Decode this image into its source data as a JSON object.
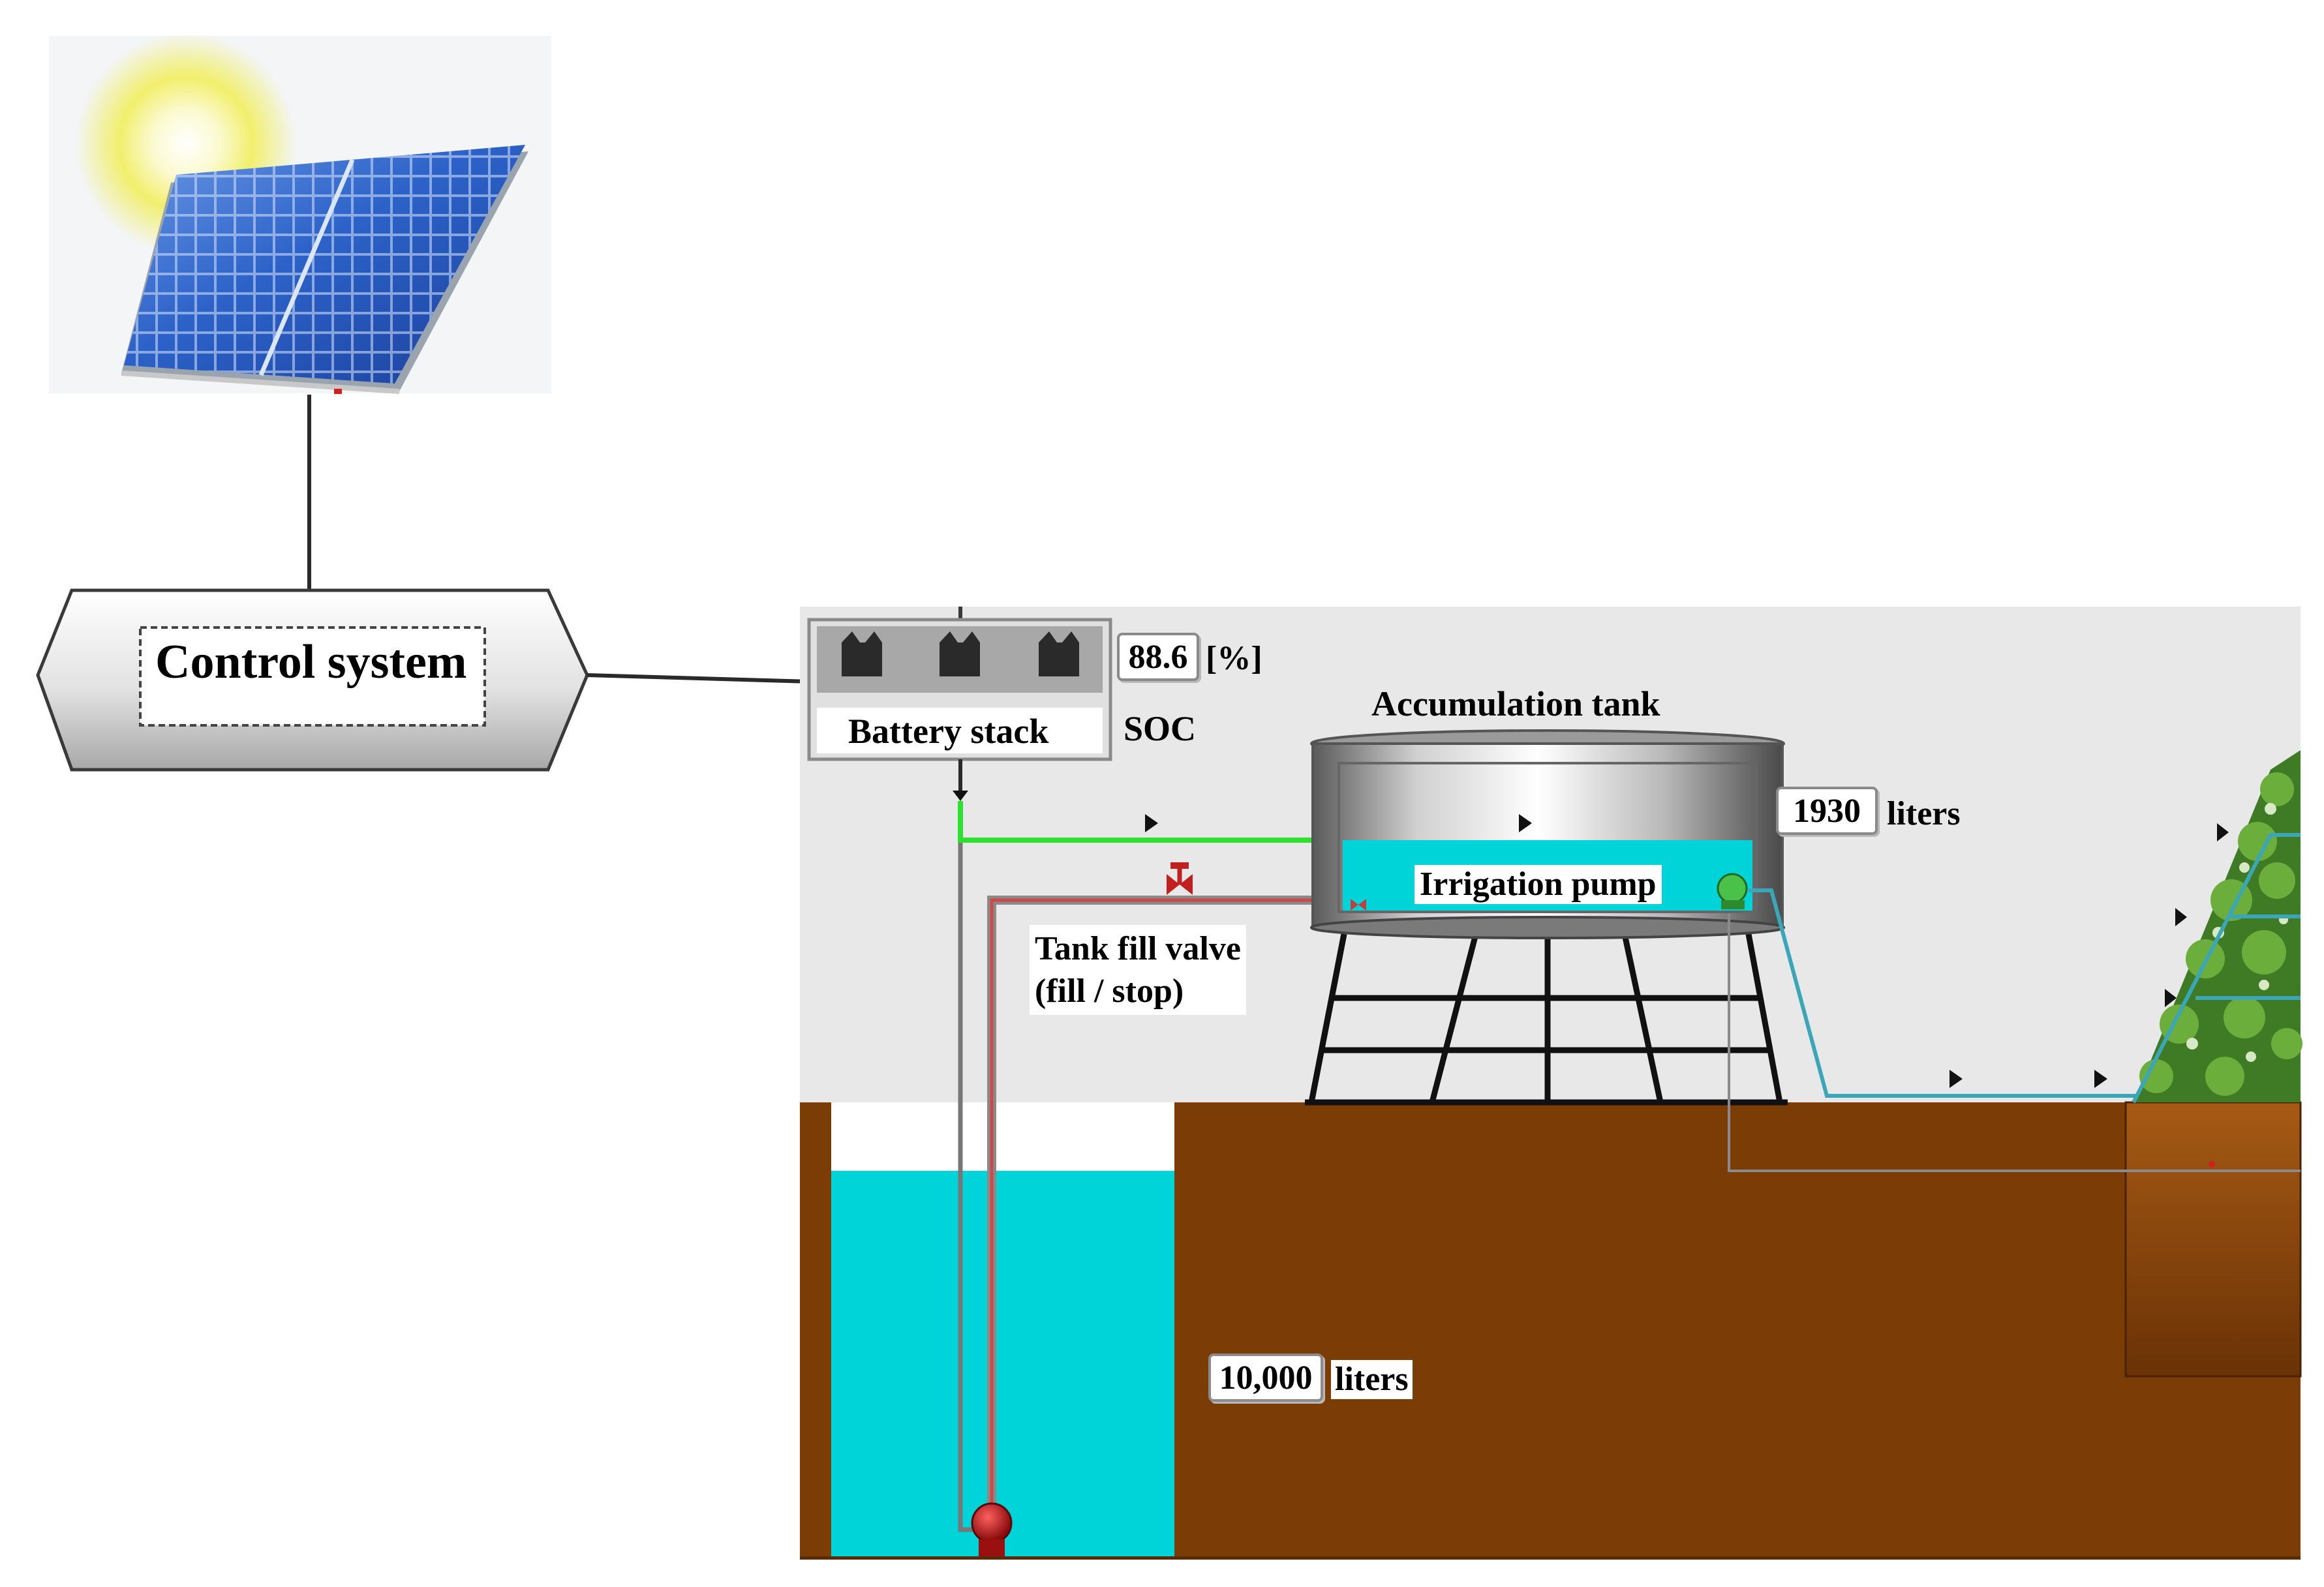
{
  "control_system": {
    "label": "Control system"
  },
  "battery": {
    "label": "Battery stack",
    "soc_value": "88.6",
    "soc_unit": "[%]",
    "soc_label": "SOC"
  },
  "accumulation_tank": {
    "label": "Accumulation tank",
    "volume_value": "1930",
    "volume_unit": "liters"
  },
  "irrigation_pump": {
    "label": "Irrigation pump"
  },
  "fill_valve": {
    "label_line1": "Tank fill valve",
    "label_line2": "(fill / stop)"
  },
  "reservoir": {
    "volume_value": "10,000",
    "volume_unit": "liters"
  },
  "colors": {
    "water": "#00d4d8",
    "soil": "#7b3c05",
    "supply_line": "#30e030",
    "fill_line": "#d04848",
    "valve": "#c02020",
    "panel_blue": "#2c62c8",
    "sun": "#f2ef6c"
  },
  "icons": [
    "solar-panel-icon",
    "sun-icon",
    "battery-icon",
    "valve-icon",
    "pump-icon",
    "plant-icon"
  ]
}
